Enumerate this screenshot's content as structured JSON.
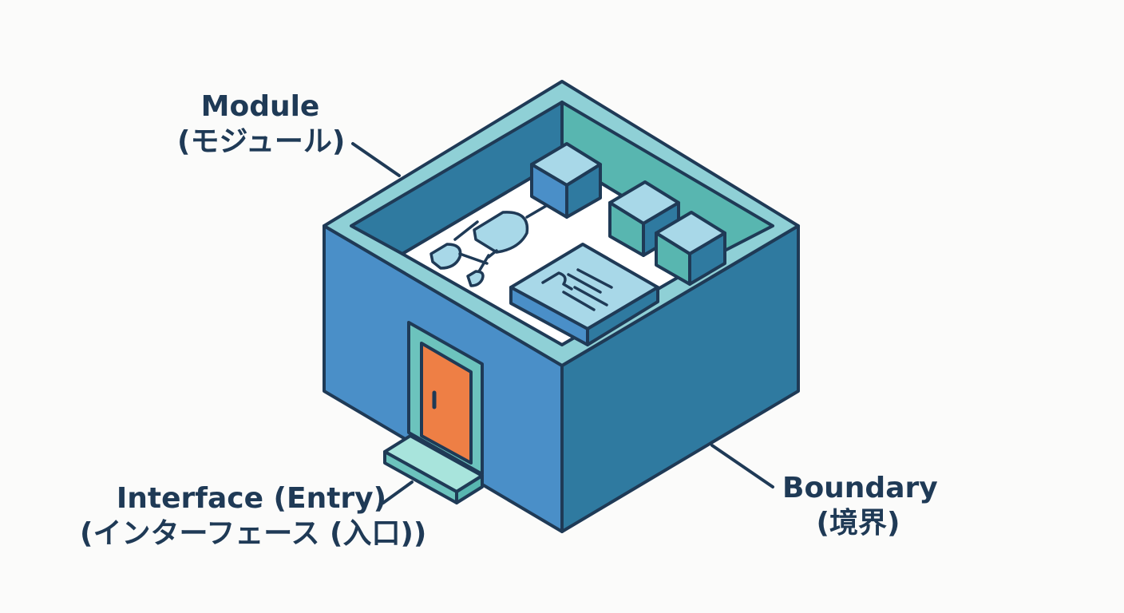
{
  "diagram": {
    "title": "",
    "labels": {
      "module": {
        "en": "Module",
        "ja": "(モジュール)"
      },
      "interface": {
        "en": "Interface (Entry)",
        "ja": "(インターフェース (入口))"
      },
      "boundary": {
        "en": "Boundary",
        "ja": "(境界)"
      }
    },
    "colors": {
      "outline": "#1f3a56",
      "wall_left": "#4a8fc8",
      "wall_right": "#2f7aa0",
      "rim": "#8fd0d6",
      "inner_wall_back_left": "#2f7aa0",
      "inner_wall_back_right": "#58b6b0",
      "floor": "#ffffff",
      "cube_top": "#a8d8e8",
      "cube_left": "#4a8fc8",
      "cube_right": "#58b6b0",
      "door": "#ee7f45",
      "door_frame": "#6cc3bd",
      "step": "#8fd9d0",
      "text": "#1f3a56"
    },
    "icons": [
      "door-icon",
      "logic-gate-icon",
      "cube-icon",
      "document-block-icon"
    ]
  }
}
